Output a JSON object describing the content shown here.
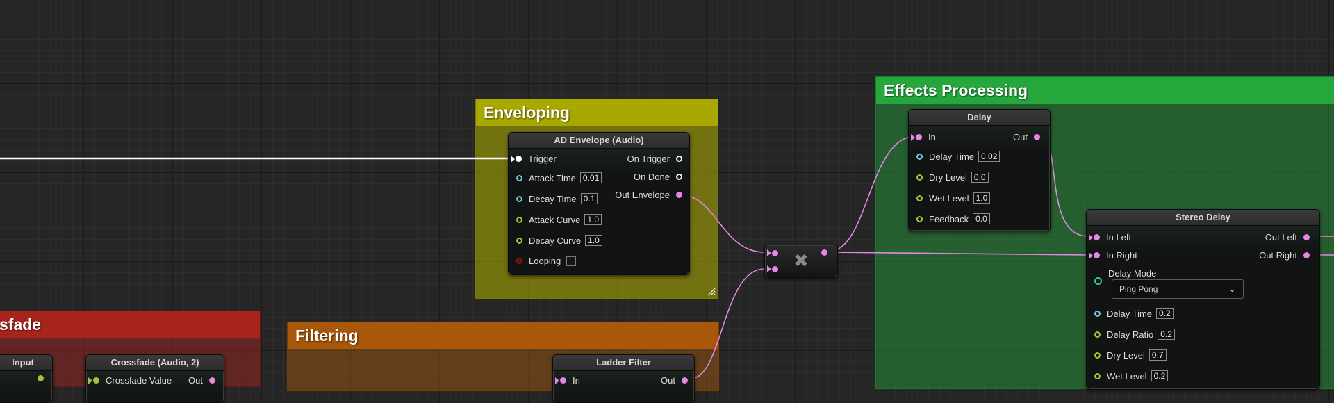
{
  "colors": {
    "wire_audio": "#e886e6",
    "wire_trigger": "#ffffff",
    "enveloping": "#b2b000",
    "effects": "#27a63b",
    "filtering": "#b8600a",
    "crossfade": "#b3261e"
  },
  "comments": {
    "enveloping": {
      "title": "Enveloping"
    },
    "effects": {
      "title": "Effects Processing"
    },
    "filtering": {
      "title": "Filtering"
    },
    "crossfade": {
      "title": "sfade"
    }
  },
  "nodes": {
    "ad_envelope": {
      "title": "AD Envelope (Audio)",
      "inputs": [
        {
          "label": "Trigger",
          "icon": "trigger-pin-icon"
        },
        {
          "label": "Attack Time",
          "value": "0.01",
          "icon": "float-pin-icon"
        },
        {
          "label": "Decay Time",
          "value": "0.1",
          "icon": "float-pin-icon"
        },
        {
          "label": "Attack Curve",
          "value": "1.0",
          "icon": "float-pin-icon"
        },
        {
          "label": "Decay Curve",
          "value": "1.0",
          "icon": "float-pin-icon"
        },
        {
          "label": "Looping",
          "icon": "bool-pin-icon"
        }
      ],
      "outputs": [
        {
          "label": "On Trigger",
          "icon": "trigger-pin-icon"
        },
        {
          "label": "On Done",
          "icon": "trigger-pin-icon"
        },
        {
          "label": "Out Envelope",
          "icon": "audio-pin-icon"
        }
      ]
    },
    "multiply": {
      "symbol": "✖",
      "icon": "multiply-icon"
    },
    "delay": {
      "title": "Delay",
      "inputs": [
        {
          "label": "In"
        },
        {
          "label": "Delay Time",
          "value": "0.02"
        },
        {
          "label": "Dry Level",
          "value": "0.0"
        },
        {
          "label": "Wet Level",
          "value": "1.0"
        },
        {
          "label": "Feedback",
          "value": "0.0"
        }
      ],
      "outputs": [
        {
          "label": "Out"
        }
      ]
    },
    "stereo_delay": {
      "title": "Stereo Delay",
      "inputs": [
        {
          "label": "In Left"
        },
        {
          "label": "In Right"
        },
        {
          "label": "Delay Mode",
          "selected": "Ping Pong"
        },
        {
          "label": "Delay Time",
          "value": "0.2"
        },
        {
          "label": "Delay Ratio",
          "value": "0.2"
        },
        {
          "label": "Dry Level",
          "value": "0.7"
        },
        {
          "label": "Wet Level",
          "value": "0.2"
        }
      ],
      "outputs": [
        {
          "label": "Out Left"
        },
        {
          "label": "Out Right"
        }
      ]
    },
    "ladder_filter": {
      "title": "Ladder Filter",
      "inputs": [
        {
          "label": "In"
        }
      ],
      "outputs": [
        {
          "label": "Out"
        }
      ]
    },
    "input": {
      "title": "Input"
    },
    "crossfade": {
      "title": "Crossfade (Audio, 2)",
      "inputs": [
        {
          "label": "Crossfade Value"
        }
      ],
      "outputs": [
        {
          "label": "Out"
        }
      ]
    }
  }
}
